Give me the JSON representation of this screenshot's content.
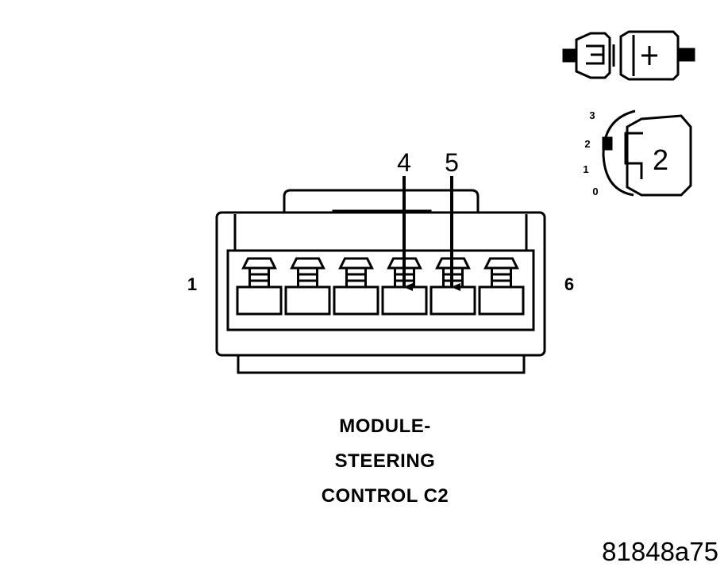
{
  "connector": {
    "end_pin_labels": {
      "first": "1",
      "last": "6"
    },
    "callouts": [
      "4",
      "5"
    ]
  },
  "key_icon": {
    "position_marks": [
      "3",
      "2",
      "1",
      "0"
    ],
    "selected_position": "2"
  },
  "caption": [
    "MODULE-",
    "STEERING",
    "CONTROL C2"
  ],
  "figure_id": "81848a75"
}
